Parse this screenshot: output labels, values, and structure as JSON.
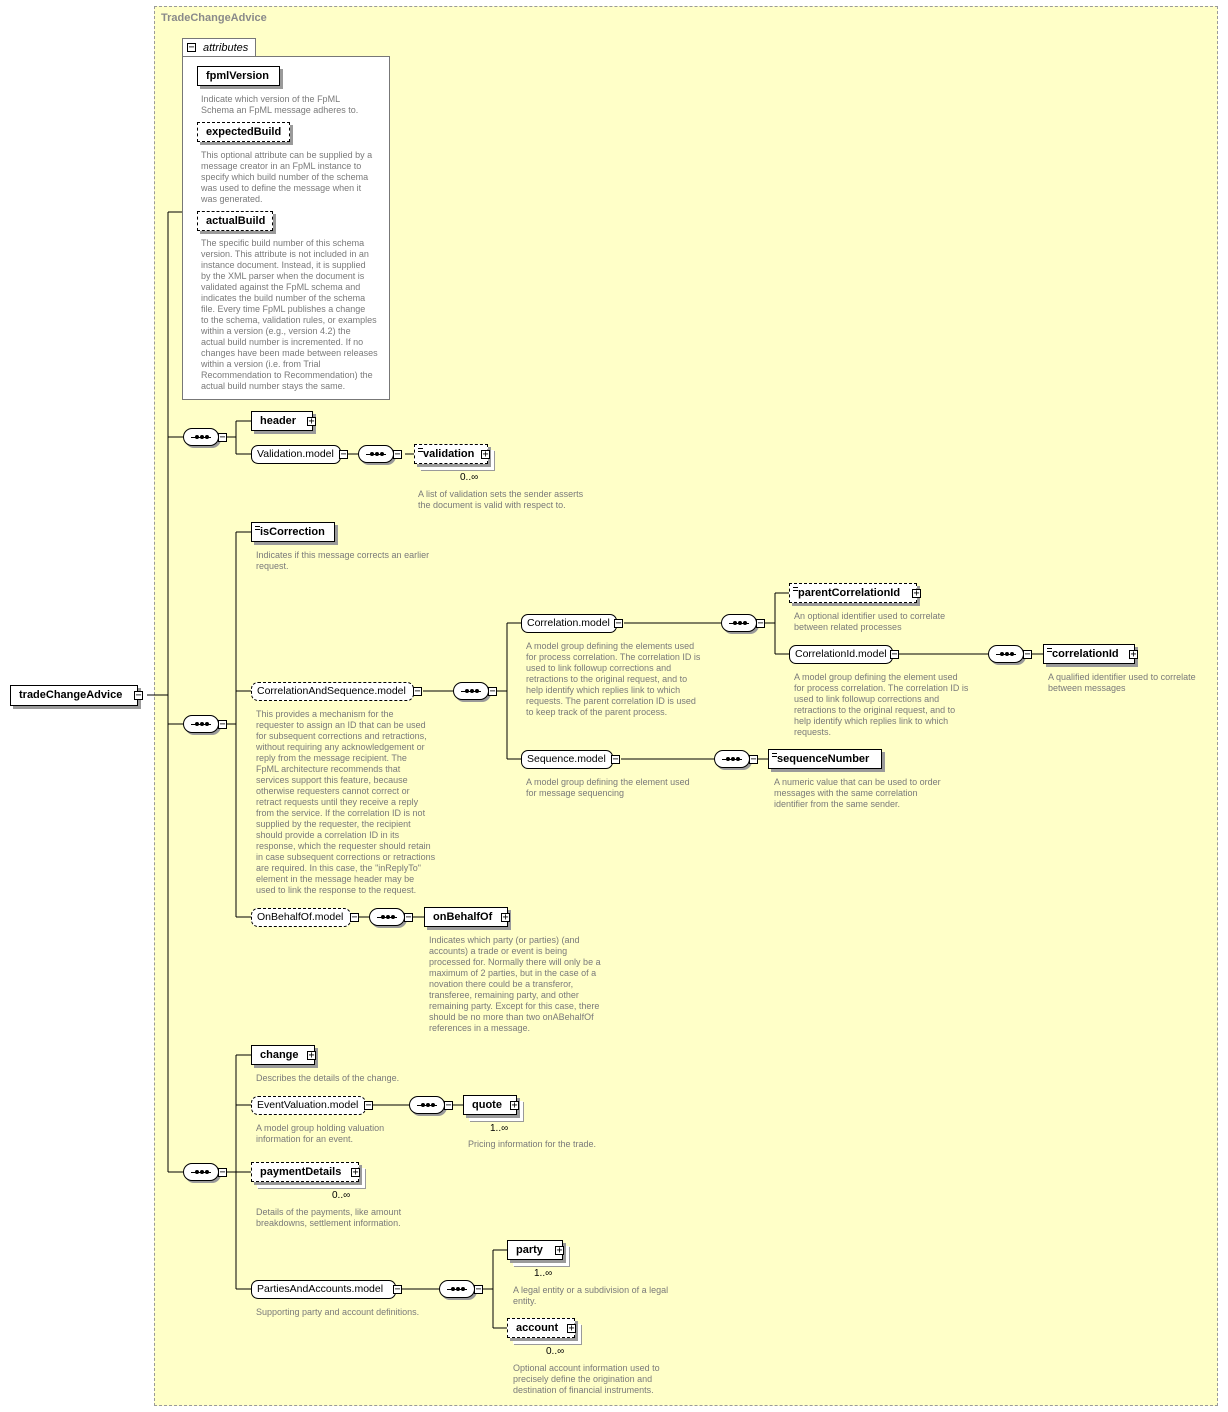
{
  "frame_title": "TradeChangeAdvice",
  "root": {
    "label": "tradeChangeAdvice"
  },
  "attributes": {
    "tab_label": "attributes",
    "items": [
      {
        "label": "fpmlVersion",
        "doc": "Indicate which version of the FpML\nSchema an FpML message adheres to."
      },
      {
        "label": "expectedBuild",
        "doc": "This optional attribute can be supplied by a\nmessage creator in an FpML instance to\nspecify which build number of the schema\nwas used to define the message when it\nwas generated."
      },
      {
        "label": "actualBuild",
        "doc": "The specific build number of this schema\nversion. This attribute is not included in an\ninstance document. Instead, it is supplied\nby the XML parser when the document is\nvalidated against the FpML schema and\nindicates the build number of the schema\nfile. Every time FpML publishes a change\nto the schema, validation rules, or examples\nwithin a version (e.g., version 4.2) the\nactual build number is incremented. If no\nchanges have been made between releases\nwithin a version (i.e. from Trial\nRecommendation to Recommendation) the\nactual build number stays the same."
      }
    ]
  },
  "nodes": {
    "header": {
      "label": "header"
    },
    "validation_model": {
      "label": "Validation.model"
    },
    "validation": {
      "label": "validation",
      "occ": "0..∞",
      "doc": "A list of validation sets the sender asserts\nthe document is valid with respect to."
    },
    "isCorrection": {
      "label": "isCorrection",
      "doc": "Indicates if this message corrects an earlier\nrequest."
    },
    "cas_model": {
      "label": "CorrelationAndSequence.model",
      "doc": "This provides a mechanism for the\nrequester to assign an ID that can be used\nfor subsequent corrections and retractions,\nwithout requiring any acknowledgement or\nreply from the message recipient. The\nFpML architecture recommends that\nservices support this feature, because\notherwise requesters cannot correct or\nretract requests until they receive a reply\nfrom the service. If the correlation ID is not\nsupplied by the requester, the recipient\nshould provide a correlation ID in its\nresponse, which the requester should retain\nin case subsequent corrections or retractions\nare required. In this case, the \"inReplyTo\"\nelement in the message header may be\nused to link the response to the request."
    },
    "correlation_model": {
      "label": "Correlation.model",
      "doc": "A model group defining the elements used\nfor process correlation. The correlation ID is\nused to link followup corrections and\nretractions to the original request, and to\nhelp identify which replies link to which\nrequests. The parent correlation ID is used\nto keep track of the parent process."
    },
    "parentCorrelationId": {
      "label": "parentCorrelationId",
      "doc": "An optional identifier used to correlate\nbetween related processes"
    },
    "correlationId_model": {
      "label": "CorrelationId.model",
      "doc": "A model group defining the element used\nfor process correlation. The correlation ID is\nused to link followup corrections and\nretractions to the original request, and to\nhelp identify which replies link to which\nrequests."
    },
    "correlationId": {
      "label": "correlationId",
      "doc": "A qualified identifier used to correlate\nbetween messages"
    },
    "sequence_model": {
      "label": "Sequence.model",
      "doc": "A model group defining the element used\nfor message sequencing"
    },
    "sequenceNumber": {
      "label": "sequenceNumber",
      "doc": "A numeric value that can be used to order\nmessages with the same correlation\nidentifier from the same sender."
    },
    "onBehalfOf_model": {
      "label": "OnBehalfOf.model"
    },
    "onBehalfOf": {
      "label": "onBehalfOf",
      "doc": "Indicates which party (or parties) (and\naccounts) a trade or event is being\nprocessed for. Normally there will only be a\nmaximum of 2 parties, but in the case of a\nnovation there could be a transferor,\ntransferee, remaining party, and other\nremaining party. Except for this case, there\nshould be no more than two onABehalfOf\nreferences in a message."
    },
    "change": {
      "label": "change",
      "doc": "Describes the details of the change."
    },
    "eventValuation_model": {
      "label": "EventValuation.model",
      "doc": "A model group holding valuation\ninformation for an event."
    },
    "quote": {
      "label": "quote",
      "occ": "1..∞",
      "doc": "Pricing information for the trade."
    },
    "paymentDetails": {
      "label": "paymentDetails",
      "occ": "0..∞",
      "doc": "Details of the payments, like amount\nbreakdowns, settlement information."
    },
    "pa_model": {
      "label": "PartiesAndAccounts.model",
      "doc": "Supporting party and account definitions."
    },
    "party": {
      "label": "party",
      "occ": "1..∞",
      "doc": "A legal entity or a subdivision of a legal\nentity."
    },
    "account": {
      "label": "account",
      "occ": "0..∞",
      "doc": "Optional account information used to\nprecisely define the origination and\ndestination of financial instruments."
    }
  }
}
